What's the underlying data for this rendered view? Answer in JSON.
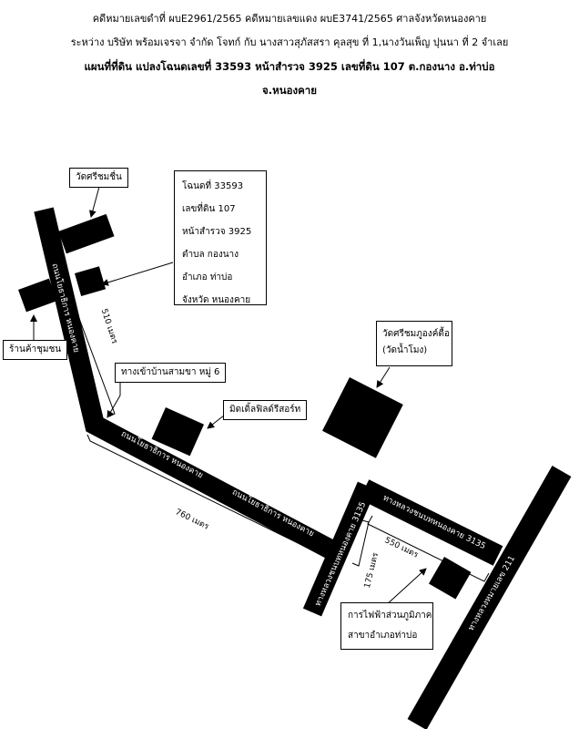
{
  "header": {
    "line1": "คดีหมายเลขดำที่ ผบE2961/2565 คดีหมายเลขแดง ผบE3741/2565 ศาลจังหวัดหนองคาย",
    "line2": "ระหว่าง บริษัท พร้อมเจรจา จำกัด โจทก์ กับ นางสาวสุภัสสรา คุลสุข ที่ 1,นางวันเพ็ญ ปุนนา ที่ 2 จำเลย",
    "line3": "แผนที่ที่ดิน แปลงโฉนดเลขที่ 33593 หน้าสำรวจ 3925 เลขที่ดิน 107 ต.กองนาง อ.ท่าบ่อ",
    "line4": "จ.หนองคาย"
  },
  "info_box": {
    "deed_no": "โฉนดที่ 33593",
    "land_no": "เลขที่ดิน 107",
    "survey_page": "หน้าสำรวจ 3925",
    "subdistrict": "ตำบล กองนาง",
    "district": "อำเภอ ท่าบ่อ",
    "province": "จังหวัด หนองคาย"
  },
  "labels": {
    "temple_north": "วัดศรีชมชื่น",
    "shop": "ร้านค้าชุมชน",
    "village_entrance": "ทางเข้าบ้านสามขา หมู่ 6",
    "resort": "มิดเดิ้ลฟิลด์รีสอร์ท",
    "temple_east_line1": "วัดศรีชมภูองค์ตื้อ",
    "temple_east_line2": "(วัดน้ำโมง)",
    "pea_line1": "การไฟฟ้าส่วนภูมิภาค",
    "pea_line2": "สาขาอำเภอท่าบ่อ"
  },
  "roads": {
    "road_nt_north": "ถนนโยธาธิการ หนองคาย",
    "road_nt_south_1": "ถนนโยธาธิการ หนองคาย",
    "road_nt_south_2": "ถนนโยธาธิการ หนองคาย",
    "hw3135_west": "ทางหลวงชนบทหนองคาย 3135",
    "hw3135_east": "ทางหลวงชนบทหนองคาย 3135",
    "hw211": "ทางหลวงหมายเลข 211"
  },
  "distances": {
    "d510": "510 เมตร",
    "d760": "760 เมตร",
    "d550": "550 เมตร",
    "d175": "175 เมตร"
  },
  "colors": {
    "road": "#000000",
    "background": "#ffffff",
    "outline": "#000000"
  }
}
